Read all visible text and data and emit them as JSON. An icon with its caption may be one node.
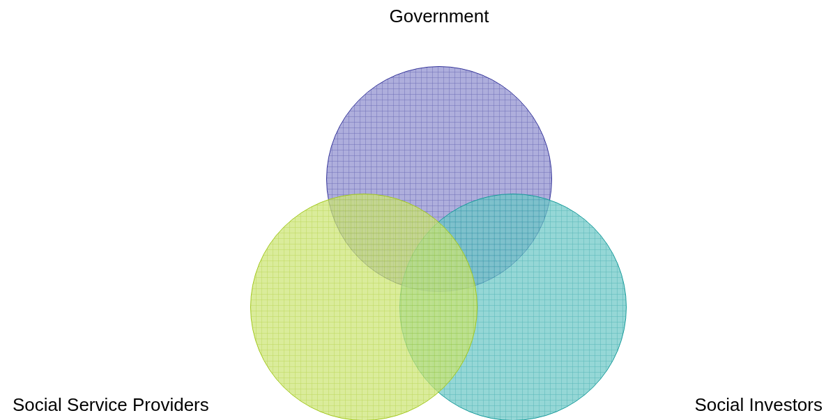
{
  "diagram": {
    "nodes": [
      {
        "text": [
          "Government"
        ]
      },
      {
        "text": [
          "Social Investors"
        ]
      },
      {
        "text": [
          "Social Service Providers"
        ]
      }
    ]
  }
}
